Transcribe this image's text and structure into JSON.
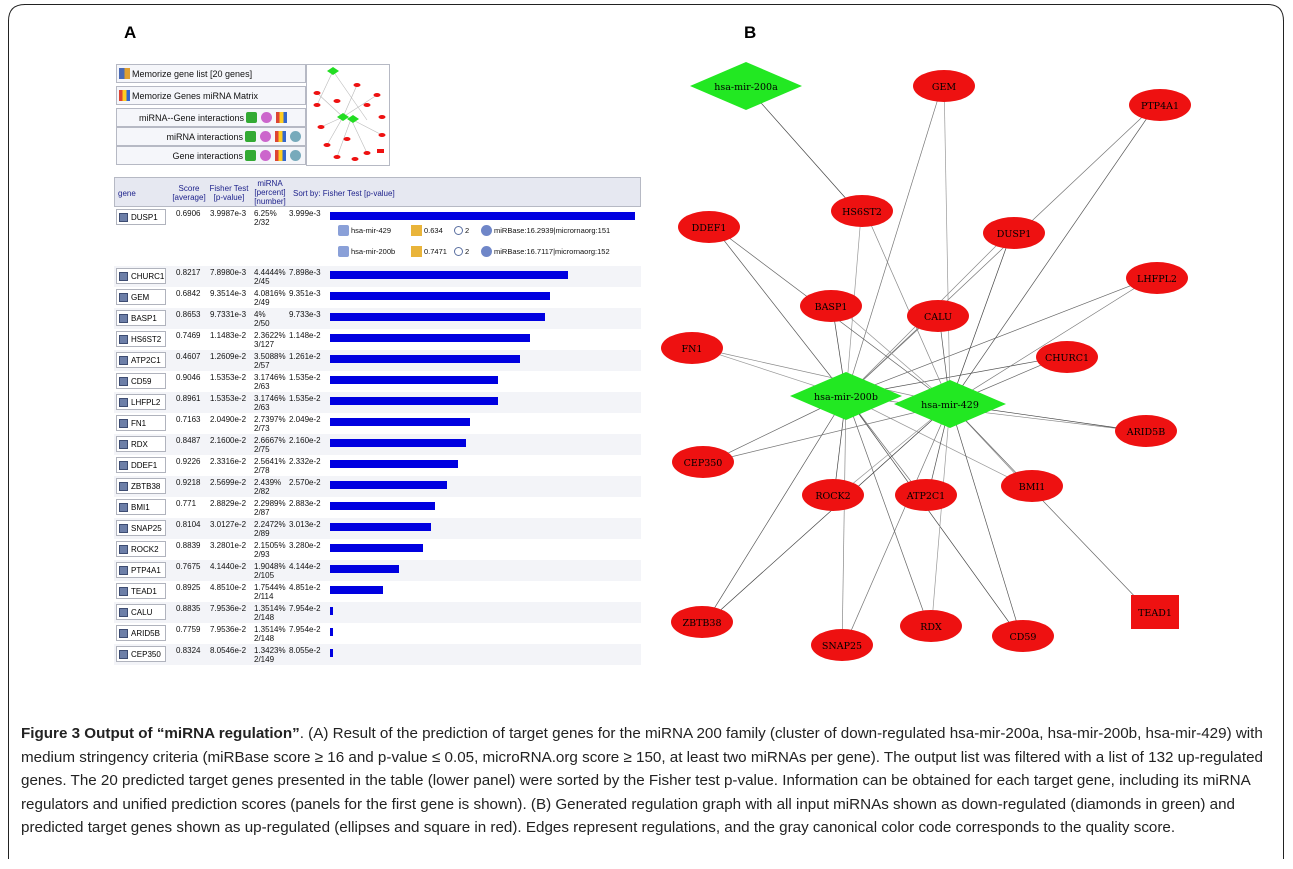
{
  "panel_a_label": "A",
  "panel_b_label": "B",
  "toolbox": {
    "items": [
      "Memorize gene list [20 genes]",
      "Memorize Genes miRNA Matrix",
      "miRNA--Gene interactions",
      "miRNA interactions",
      "Gene interactions"
    ]
  },
  "table": {
    "headers": {
      "gene": "gene",
      "score": "Score [average]",
      "fisher": "Fisher Test [p-value]",
      "mirna": "miRNA [percent] [number]",
      "sort": "Sort by: Fisher Test [p-value]"
    },
    "rows": [
      {
        "gene": "DUSP1",
        "score": "0.6906",
        "fisher": "3.9987e-3",
        "pct": "6.25%",
        "num": "2/32",
        "pval": "3.999e-3",
        "bar": 1.0
      },
      {
        "gene": "CHURC1",
        "score": "0.8217",
        "fisher": "7.8980e-3",
        "pct": "4.4444%",
        "num": "2/45",
        "pval": "7.898e-3",
        "bar": 0.78
      },
      {
        "gene": "GEM",
        "score": "0.6842",
        "fisher": "9.3514e-3",
        "pct": "4.0816%",
        "num": "2/49",
        "pval": "9.351e-3",
        "bar": 0.72
      },
      {
        "gene": "BASP1",
        "score": "0.8653",
        "fisher": "9.7331e-3",
        "pct": "4%",
        "num": "2/50",
        "pval": "9.733e-3",
        "bar": 0.706
      },
      {
        "gene": "HS6ST2",
        "score": "0.7469",
        "fisher": "1.1483e-2",
        "pct": "2.3622%",
        "num": "3/127",
        "pval": "1.148e-2",
        "bar": 0.656
      },
      {
        "gene": "ATP2C1",
        "score": "0.4607",
        "fisher": "1.2609e-2",
        "pct": "3.5088%",
        "num": "2/57",
        "pval": "1.261e-2",
        "bar": 0.624
      },
      {
        "gene": "CD59",
        "score": "0.9046",
        "fisher": "1.5353e-2",
        "pct": "3.1746%",
        "num": "2/63",
        "pval": "1.535e-2",
        "bar": 0.552
      },
      {
        "gene": "LHFPL2",
        "score": "0.8961",
        "fisher": "1.5353e-2",
        "pct": "3.1746%",
        "num": "2/63",
        "pval": "1.535e-2",
        "bar": 0.552
      },
      {
        "gene": "FN1",
        "score": "0.7163",
        "fisher": "2.0490e-2",
        "pct": "2.7397%",
        "num": "2/73",
        "pval": "2.049e-2",
        "bar": 0.46
      },
      {
        "gene": "RDX",
        "score": "0.8487",
        "fisher": "2.1600e-2",
        "pct": "2.6667%",
        "num": "2/75",
        "pval": "2.160e-2",
        "bar": 0.445
      },
      {
        "gene": "DDEF1",
        "score": "0.9226",
        "fisher": "2.3316e-2",
        "pct": "2.5641%",
        "num": "2/78",
        "pval": "2.332e-2",
        "bar": 0.42
      },
      {
        "gene": "ZBTB38",
        "score": "0.9218",
        "fisher": "2.5699e-2",
        "pct": "2.439%",
        "num": "2/82",
        "pval": "2.570e-2",
        "bar": 0.385
      },
      {
        "gene": "BMI1",
        "score": "0.771",
        "fisher": "2.8829e-2",
        "pct": "2.2989%",
        "num": "2/87",
        "pval": "2.883e-2",
        "bar": 0.345
      },
      {
        "gene": "SNAP25",
        "score": "0.8104",
        "fisher": "3.0127e-2",
        "pct": "2.2472%",
        "num": "2/89",
        "pval": "3.013e-2",
        "bar": 0.33
      },
      {
        "gene": "ROCK2",
        "score": "0.8839",
        "fisher": "3.2801e-2",
        "pct": "2.1505%",
        "num": "2/93",
        "pval": "3.280e-2",
        "bar": 0.305
      },
      {
        "gene": "PTP4A1",
        "score": "0.7675",
        "fisher": "4.1440e-2",
        "pct": "1.9048%",
        "num": "2/105",
        "pval": "4.144e-2",
        "bar": 0.225
      },
      {
        "gene": "TEAD1",
        "score": "0.8925",
        "fisher": "4.8510e-2",
        "pct": "1.7544%",
        "num": "2/114",
        "pval": "4.851e-2",
        "bar": 0.173
      },
      {
        "gene": "CALU",
        "score": "0.8835",
        "fisher": "7.9536e-2",
        "pct": "1.3514%",
        "num": "2/148",
        "pval": "7.954e-2",
        "bar": 0.008
      },
      {
        "gene": "ARID5B",
        "score": "0.7759",
        "fisher": "7.9536e-2",
        "pct": "1.3514%",
        "num": "2/148",
        "pval": "7.954e-2",
        "bar": 0.008
      },
      {
        "gene": "CEP350",
        "score": "0.8324",
        "fisher": "8.0546e-2",
        "pct": "1.3423%",
        "num": "2/149",
        "pval": "8.055e-2",
        "bar": 0.008
      }
    ],
    "details": [
      {
        "mirna": "hsa-mir-429",
        "score": "0.634",
        "count": "2",
        "base": "miRBase:16.2939|micrornaorg:151"
      },
      {
        "mirna": "hsa-mir-200b",
        "score": "0.7471",
        "count": "2",
        "base": "miRBase:16.7117|micrornaorg:152"
      }
    ]
  },
  "graph": {
    "mirnas": [
      "hsa-mir-200a",
      "hsa-mir-200b",
      "hsa-mir-429"
    ],
    "genes": [
      "GEM",
      "PTP4A1",
      "HS6ST2",
      "DDEF1",
      "DUSP1",
      "LHFPL2",
      "BASP1",
      "CALU",
      "FN1",
      "CHURC1",
      "ARID5B",
      "CEP350",
      "ROCK2",
      "ATP2C1",
      "BMI1",
      "TEAD1",
      "ZBTB38",
      "SNAP25",
      "RDX",
      "CD59"
    ],
    "colors": {
      "mirna": "#22e822",
      "gene": "#ee1111"
    }
  },
  "caption": {
    "label": "Figure 3 Output of “miRNA regulation”",
    "text": ". (A) Result of the prediction of target genes for the miRNA 200 family (cluster of down-regulated hsa-mir-200a, hsa-mir-200b, hsa-mir-429) with medium stringency criteria (miRBase score ≥ 16 and p-value ≤ 0.05, microRNA.org score ≥ 150, at least two miRNAs per gene). The output list was filtered with a list of 132 up-regulated genes. The 20 predicted target genes presented in the table (lower panel) were sorted by the Fisher test p-value. Information can be obtained for each target gene, including its miRNA regulators and unified prediction scores (panels for the first gene is shown). (B) Generated regulation graph with all input miRNAs shown as down-regulated (diamonds in green) and predicted target genes shown as up-regulated (ellipses and square in red). Edges represent regulations, and the gray canonical color code corresponds to the quality score."
  }
}
